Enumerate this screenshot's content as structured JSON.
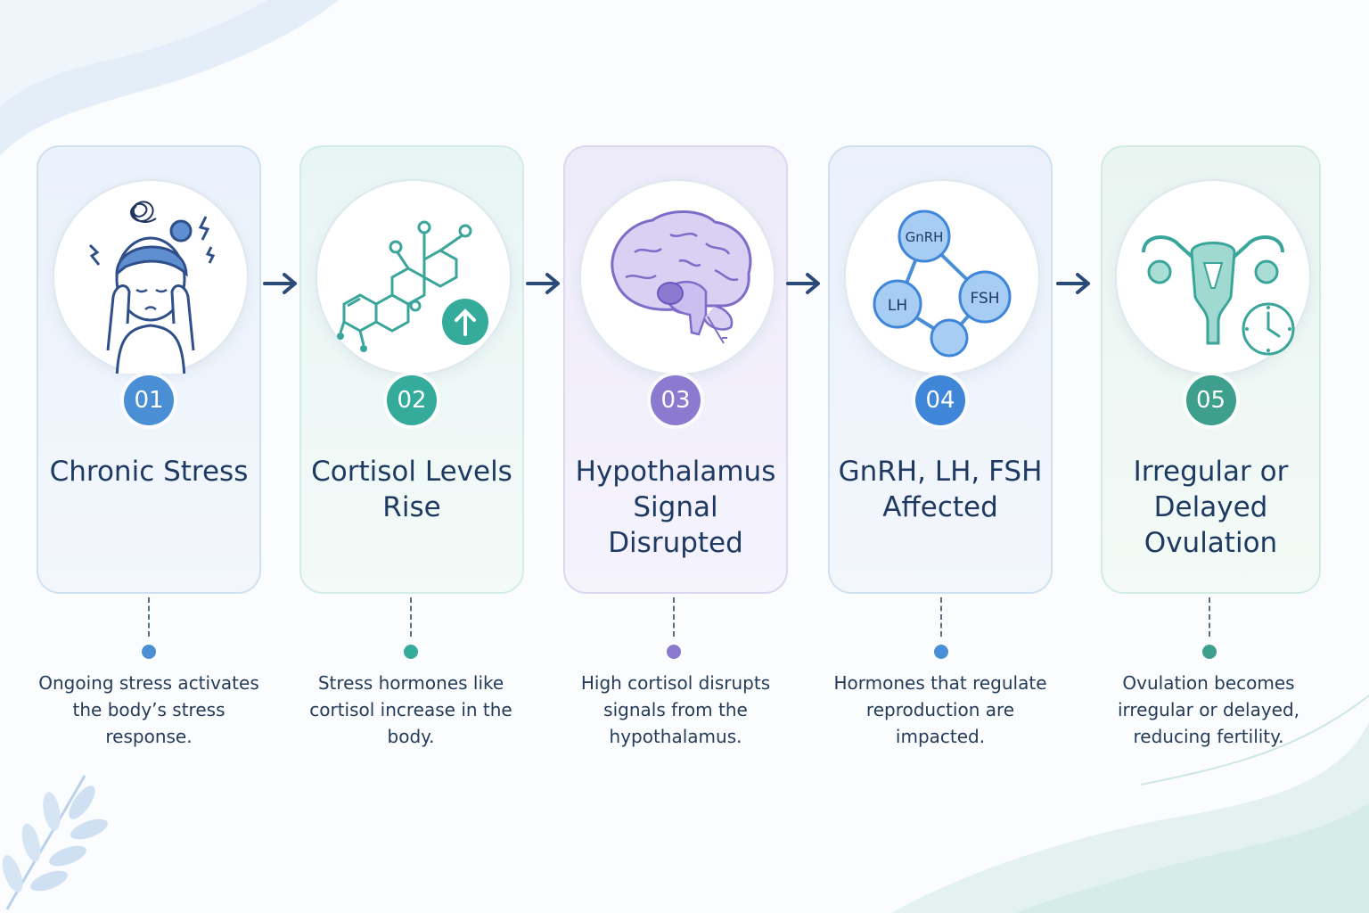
{
  "steps": [
    {
      "number": "01",
      "title": "Chronic Stress",
      "description": "Ongoing stress activates the body’s stress response.",
      "icon": "stressed-person-icon",
      "accent": "#4a8fd6"
    },
    {
      "number": "02",
      "title": "Cortisol Levels Rise",
      "description": "Stress hormones like cortisol increase in the body.",
      "icon": "cortisol-molecule-icon",
      "accent": "#35ab9c"
    },
    {
      "number": "03",
      "title": "Hypothalamus Signal Disrupted",
      "description": "High cortisol disrupts signals from the hypothalamus.",
      "icon": "brain-icon",
      "accent": "#8b7ad0"
    },
    {
      "number": "04",
      "title": "GnRH, LH, FSH Affected",
      "description": "Hormones that regulate reproduction are impacted.",
      "icon": "hormone-network-icon",
      "accent": "#3f86d8",
      "hormone_labels": {
        "gnrh": "GnRH",
        "lh": "LH",
        "fsh": "FSH"
      }
    },
    {
      "number": "05",
      "title": "Irregular or Delayed Ovulation",
      "description": "Ovulation becomes irregular or delayed, reducing fertility.",
      "icon": "uterus-clock-icon",
      "accent": "#3e9f8c"
    }
  ]
}
